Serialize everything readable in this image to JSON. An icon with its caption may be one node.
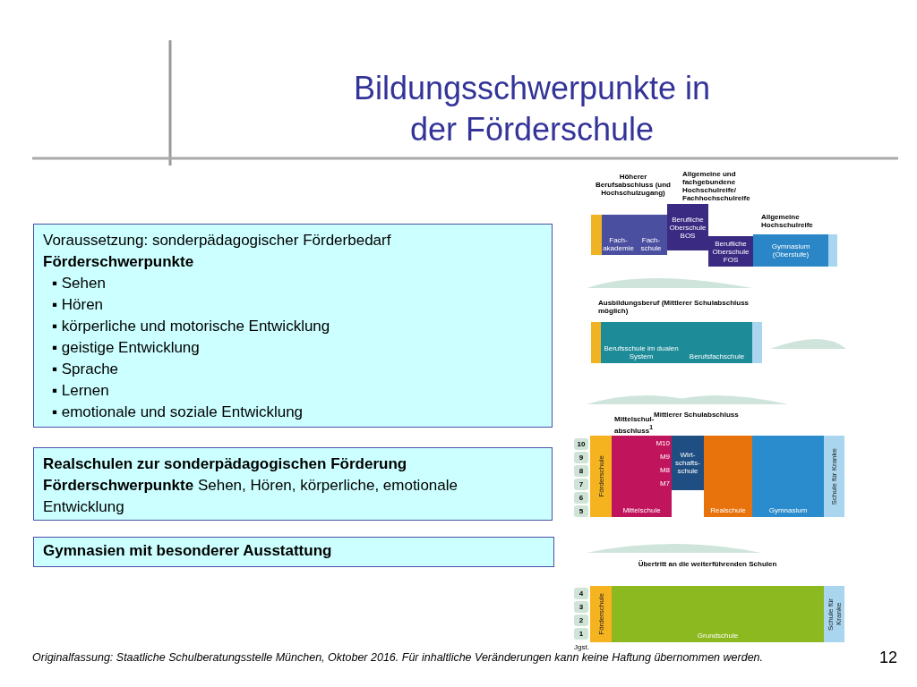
{
  "diagram": {
    "title": "Bildungsschwerpunkte in der Förderschule",
    "caption": "Originalfassung: Staatliche Schulberatungsstelle München, Oktober 2016. Für inhaltliche Veränderungen kann keine Haftung übernommen werden.",
    "nodes": [
      {
        "text": [
          "Voraussetzung: sonderpädagogischer Förderbedarf",
          "Förderschwerpunkte",
          "▪ Sehen",
          "▪ Hören",
          "▪ körperliche und motorische Entwicklung",
          "▪ geistige Entwicklung",
          "▪ Sprache",
          "▪ Lernen",
          "▪ emotionale und soziale Entwicklung"
        ]
      },
      {
        "text": [
          "Realschulen zur sonderpädagogischen Förderung",
          "**Förderschwerpunkte** Sehen, Hören, körperliche, emotionale Entwicklung"
        ]
      },
      {
        "text": [
          "Gymnasien mit besonderer Ausstattung"
        ]
      },
      {
        "text": [
          "Fach- akademie"
        ]
      },
      {
        "text": [
          "Fach- schule"
        ]
      },
      {
        "text": [
          "Berufliche Oberschule BOS"
        ]
      },
      {
        "text": [
          "Berufliche Oberschule FOS"
        ]
      },
      {
        "text": [
          "Gymnasium (Oberstufe)"
        ]
      },
      {
        "text": [
          "Berufsschule im dualen System"
        ]
      },
      {
        "text": [
          "Berufsfachschule"
        ]
      },
      {
        "text": [
          "Förderschule"
        ]
      },
      {
        "text": [
          "Mittelschule"
        ]
      },
      {
        "text": [
          "Wirt- schafts- schule"
        ]
      },
      {
        "text": [
          "Realschule"
        ]
      },
      {
        "text": [
          "Gymnasium"
        ]
      },
      {
        "text": [
          "Schule für Kranke"
        ]
      },
      {
        "text": [
          "Förderschule"
        ]
      },
      {
        "text": [
          "Grundschule"
        ]
      },
      {
        "text": [
          "Schule für Kranke"
        ]
      }
    ],
    "labels": [
      "Höherer Berufsabschluss (und Hochschulzugang)",
      "Allgemeine und fachgebundene Hochschulreife/ Fachhochschulreife",
      "Allgemeine Hochschulreife",
      "Ausbildungsberuf (Mittlerer Schulabschluss möglich)",
      "Mittlerer Schulabschluss",
      "Mittelschul- abschluss$^{1}$",
      "10",
      "9",
      "8",
      "7",
      "6",
      "5",
      "M10",
      "M9",
      "M8",
      "M7",
      "Übertritt an die weiterführenden Schulen",
      "4",
      "3",
      "2",
      "1",
      "Jgst.",
      "12"
    ]
  }
}
